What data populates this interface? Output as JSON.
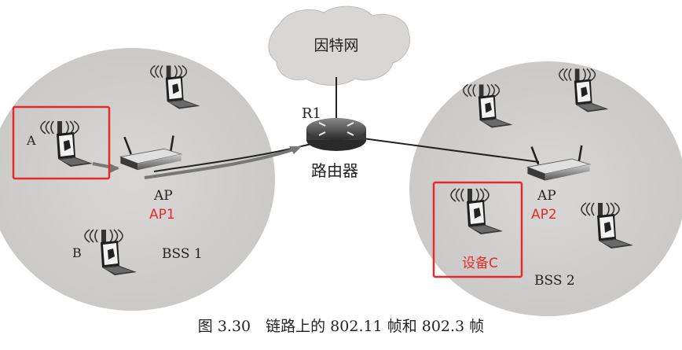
{
  "cloud_label": "因特网",
  "router": {
    "name": "R1",
    "label": "路由器"
  },
  "bss1": {
    "label": "BSS 1",
    "ap_label": "AP",
    "ap_note": "AP1",
    "device_a": "A",
    "device_b": "B"
  },
  "bss2": {
    "label": "BSS 2",
    "ap_label": "AP",
    "ap_note": "AP2",
    "device_c": "设备C"
  },
  "caption": "图 3.30　链路上的 802.11 帧和 802.3 帧",
  "colors": {
    "highlight": "#e52a2a",
    "bss_fill": "#d3d2d0",
    "cloud_fill": "#d8d7d5"
  }
}
